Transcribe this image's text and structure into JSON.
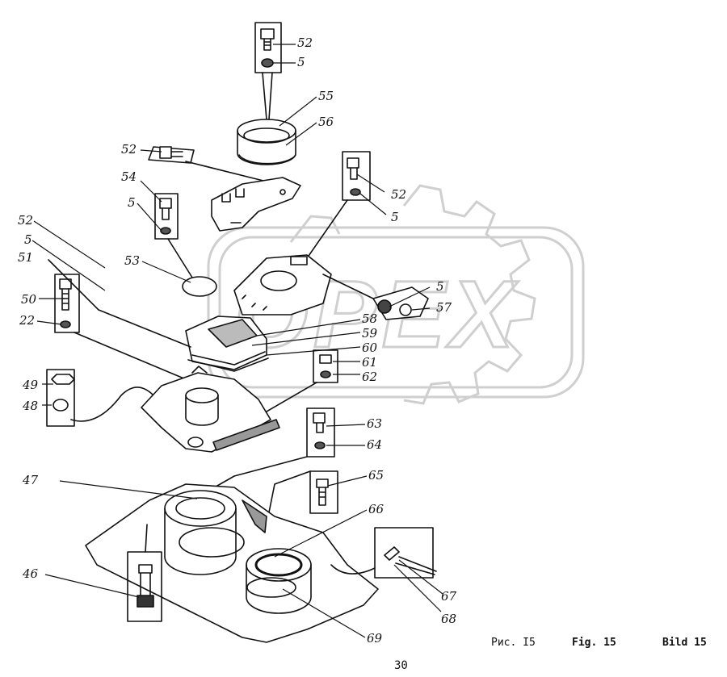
{
  "watermark": "OPEX",
  "labels": {
    "l52a": "52",
    "l5a": "5",
    "l55": "55",
    "l56": "56",
    "l52b": "52",
    "l54": "54",
    "l5b": "5",
    "l52c": "52",
    "l5c": "5",
    "l52d": "52",
    "l5d": "5",
    "l51": "51",
    "l53": "53",
    "l50": "50",
    "l22": "22",
    "l5e": "5",
    "l57": "57",
    "l58": "58",
    "l59": "59",
    "l60": "60",
    "l61": "61",
    "l62": "62",
    "l49": "49",
    "l48": "48",
    "l63": "63",
    "l64": "64",
    "l47": "47",
    "l65": "65",
    "l66": "66",
    "l46": "46",
    "l67": "67",
    "l68": "68",
    "l69": "69"
  },
  "caption": {
    "ru": "Рис. I5",
    "en": "Fig. 15",
    "de": "Bild 15"
  },
  "page_number": "30"
}
